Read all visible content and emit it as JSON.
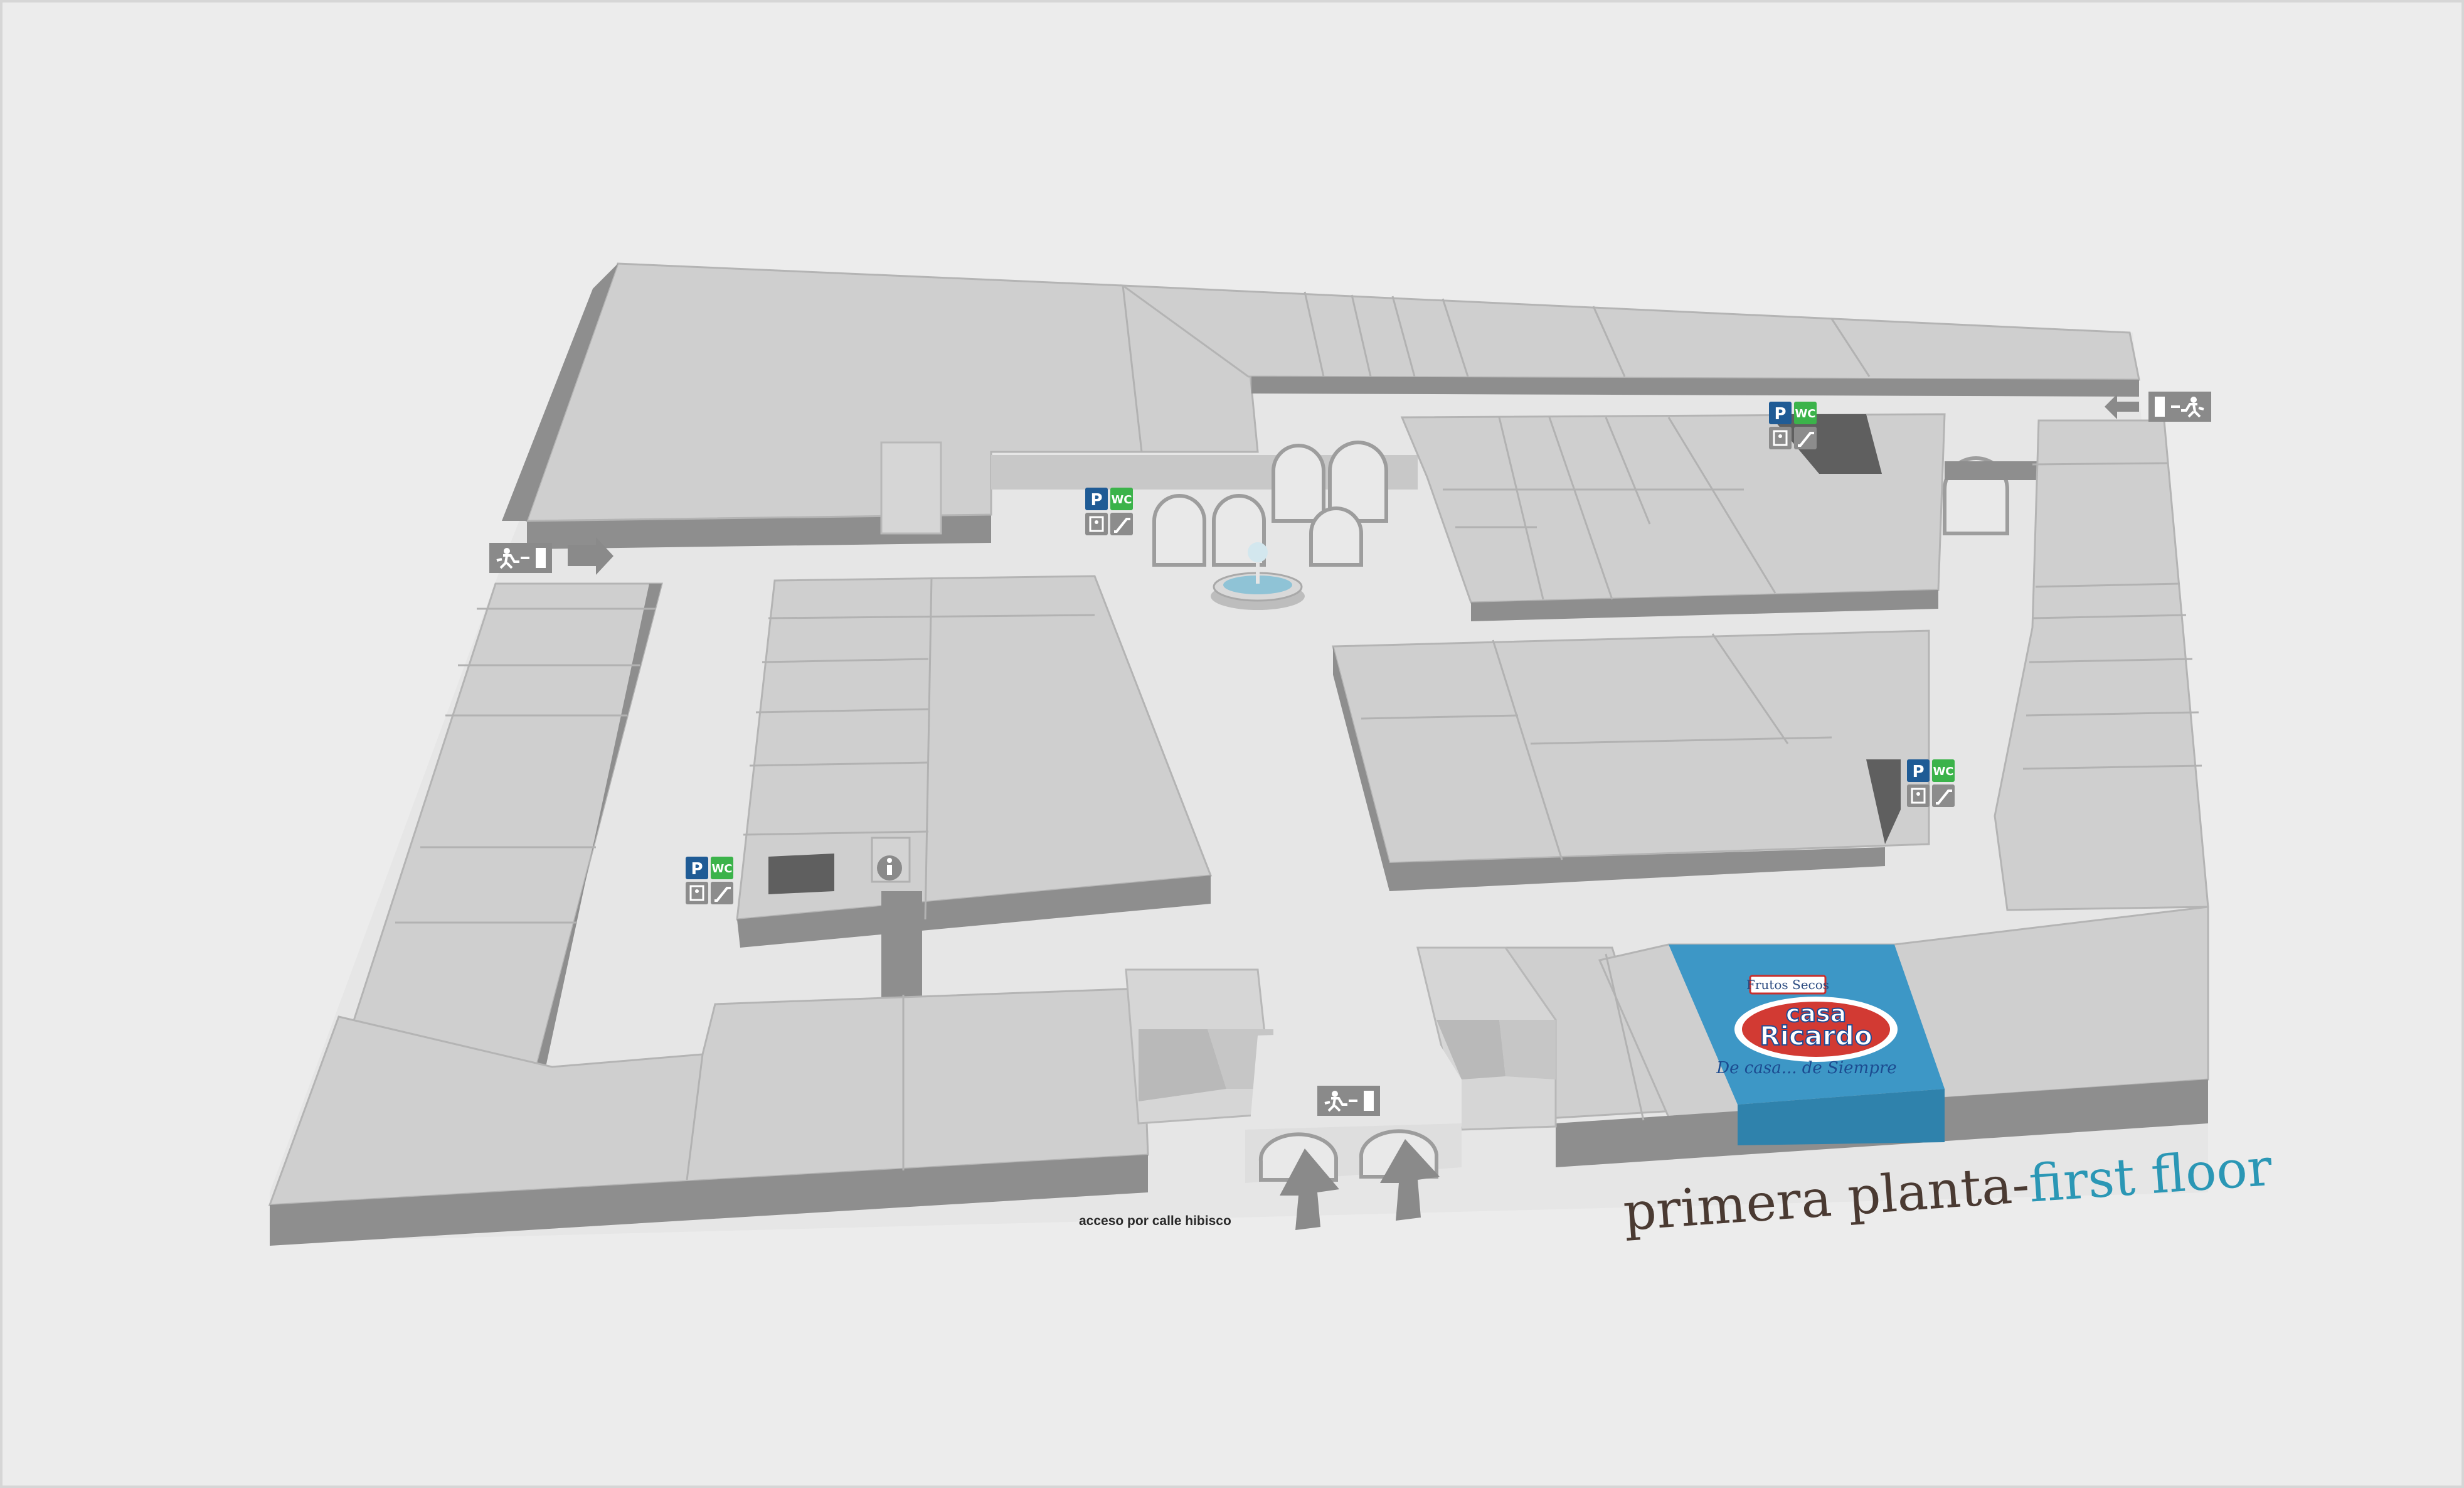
{
  "floor_title": {
    "primary": "primera planta-",
    "secondary": "first floor"
  },
  "access_label": "acceso por calle hibisco",
  "highlight_store": {
    "tagline_top": "Frutos Secos",
    "name_line1": "casa",
    "name_line2": "Ricardo",
    "slogan": "De casa... de Siempre",
    "color": "#3d97c6"
  },
  "service_badges": {
    "parking": "P",
    "wc": "WC"
  },
  "colors": {
    "background": "#ececec",
    "building_top": "#cfcfcf",
    "building_side": "#8e8e8e",
    "parking_blue": "#1f5b95",
    "wc_green": "#3bb34a",
    "title_brown": "#4a3a32",
    "title_teal": "#2b97b5"
  },
  "icons": [
    "emergency-exit-icon",
    "direction-arrow-icon",
    "parking-icon",
    "wc-icon",
    "elevator-icon",
    "escalator-icon",
    "info-icon",
    "fountain-icon",
    "entrance-arrow-icon"
  ]
}
